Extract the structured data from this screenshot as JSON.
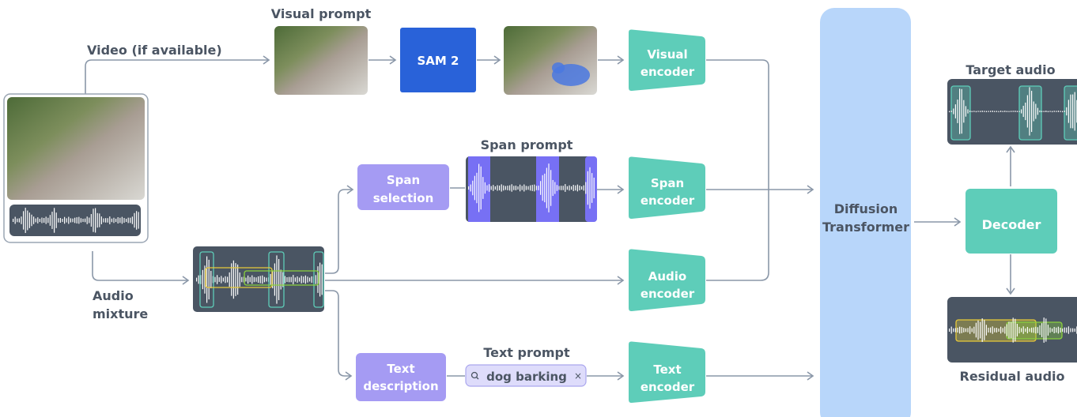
{
  "labels": {
    "video": "Video (if available)",
    "audio_mixture_1": "Audio",
    "audio_mixture_2": "mixture",
    "visual_prompt": "Visual prompt",
    "span_prompt": "Span prompt",
    "text_prompt": "Text prompt",
    "target_audio": "Target audio",
    "residual_audio": "Residual audio"
  },
  "blocks": {
    "sam": "SAM 2",
    "span_selection": [
      "Span",
      "selection"
    ],
    "text_description": [
      "Text",
      "description"
    ],
    "visual_encoder": [
      "Visual",
      "encoder"
    ],
    "span_encoder": [
      "Span",
      "encoder"
    ],
    "audio_encoder": [
      "Audio",
      "encoder"
    ],
    "text_encoder": [
      "Text",
      "encoder"
    ],
    "diffusion": [
      "Diffusion",
      "Transformer"
    ],
    "decoder": "Decoder"
  },
  "text_prompt_chip": {
    "value": "dog barking",
    "search_icon": "search-icon",
    "close_icon": "close-icon",
    "close_glyph": "×"
  },
  "colors": {
    "encoder": "#5ecdb9",
    "sam": "#2962d9",
    "selection": "#a59bf3",
    "span_band": "#7770f4",
    "diffusion": "#b8d6fa",
    "waveform_bg": "#4a5563",
    "line": "#8a97a8"
  }
}
